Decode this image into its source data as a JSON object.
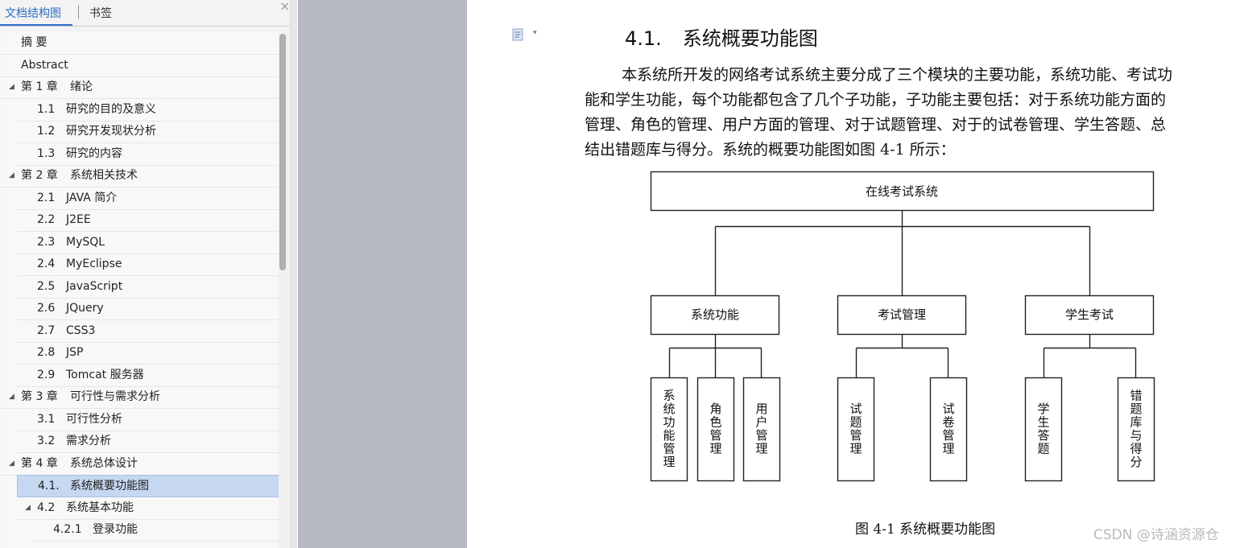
{
  "nav": {
    "tabs": [
      "文档结构图",
      "书签"
    ],
    "close_glyph": "×",
    "items": [
      {
        "num": "摘  要",
        "label": "",
        "level": 0,
        "expand": false
      },
      {
        "num": "Abstract",
        "label": "",
        "level": 0,
        "expand": false
      },
      {
        "num": "第 1 章",
        "label": "绪论",
        "level": 0,
        "expand": true
      },
      {
        "num": "1.1",
        "label": "研究的目的及意义",
        "level": 1,
        "expand": false
      },
      {
        "num": "1.2",
        "label": "研究开发现状分析",
        "level": 1,
        "expand": false
      },
      {
        "num": "1.3",
        "label": "研究的内容",
        "level": 1,
        "expand": false
      },
      {
        "num": "第 2 章",
        "label": "系统相关技术",
        "level": 0,
        "expand": true
      },
      {
        "num": "2.1",
        "label": "JAVA 简介",
        "level": 1,
        "expand": false
      },
      {
        "num": "2.2",
        "label": "J2EE",
        "level": 1,
        "expand": false
      },
      {
        "num": "2.3",
        "label": "MySQL",
        "level": 1,
        "expand": false
      },
      {
        "num": "2.4",
        "label": "MyEclipse",
        "level": 1,
        "expand": false
      },
      {
        "num": "2.5",
        "label": "JavaScript",
        "level": 1,
        "expand": false
      },
      {
        "num": "2.6",
        "label": "JQuery",
        "level": 1,
        "expand": false
      },
      {
        "num": "2.7",
        "label": "CSS3",
        "level": 1,
        "expand": false
      },
      {
        "num": "2.8",
        "label": "JSP",
        "level": 1,
        "expand": false
      },
      {
        "num": "2.9",
        "label": "Tomcat 服务器",
        "level": 1,
        "expand": false
      },
      {
        "num": "第 3 章",
        "label": "可行性与需求分析",
        "level": 0,
        "expand": true
      },
      {
        "num": "3.1",
        "label": "可行性分析",
        "level": 1,
        "expand": false
      },
      {
        "num": "3.2",
        "label": "需求分析",
        "level": 1,
        "expand": false
      },
      {
        "num": "第 4 章",
        "label": "系统总体设计",
        "level": 0,
        "expand": true
      },
      {
        "num": "4.1.",
        "label": "系统概要功能图",
        "level": 1,
        "expand": false,
        "selected": true
      },
      {
        "num": "4.2",
        "label": "系统基本功能",
        "level": 1,
        "expand": true
      },
      {
        "num": "4.2.1",
        "label": "登录功能",
        "level": 2,
        "expand": false
      }
    ]
  },
  "page": {
    "heading": {
      "num": "4.1.",
      "title": "系统概要功能图"
    },
    "paragraph_lines": [
      "本系统所开发的网络考试系统主要分成了三个模块的主要功能，系统功能、考试功",
      "能和学生功能，每个功能都包含了几个子功能，子功能主要包括：对于系统功能方面的",
      "管理、角色的管理、用户方面的管理、对于试题管理、对于的试卷管理、学生答题、总",
      "结出错题库与得分。系统的概要功能图如图 4-1 所示："
    ],
    "diagram": {
      "root": "在线考试系统",
      "modules": [
        {
          "name": "系统功能",
          "children": [
            "系统功能管理",
            "角色管理",
            "用户管理"
          ]
        },
        {
          "name": "考试管理",
          "children": [
            "试题管理",
            "试卷管理"
          ]
        },
        {
          "name": "学生考试",
          "children": [
            "学生答题",
            "错题库与得分"
          ]
        }
      ]
    },
    "caption": "图 4-1  系统概要功能图"
  },
  "watermark": "CSDN @诗涵资源仓"
}
